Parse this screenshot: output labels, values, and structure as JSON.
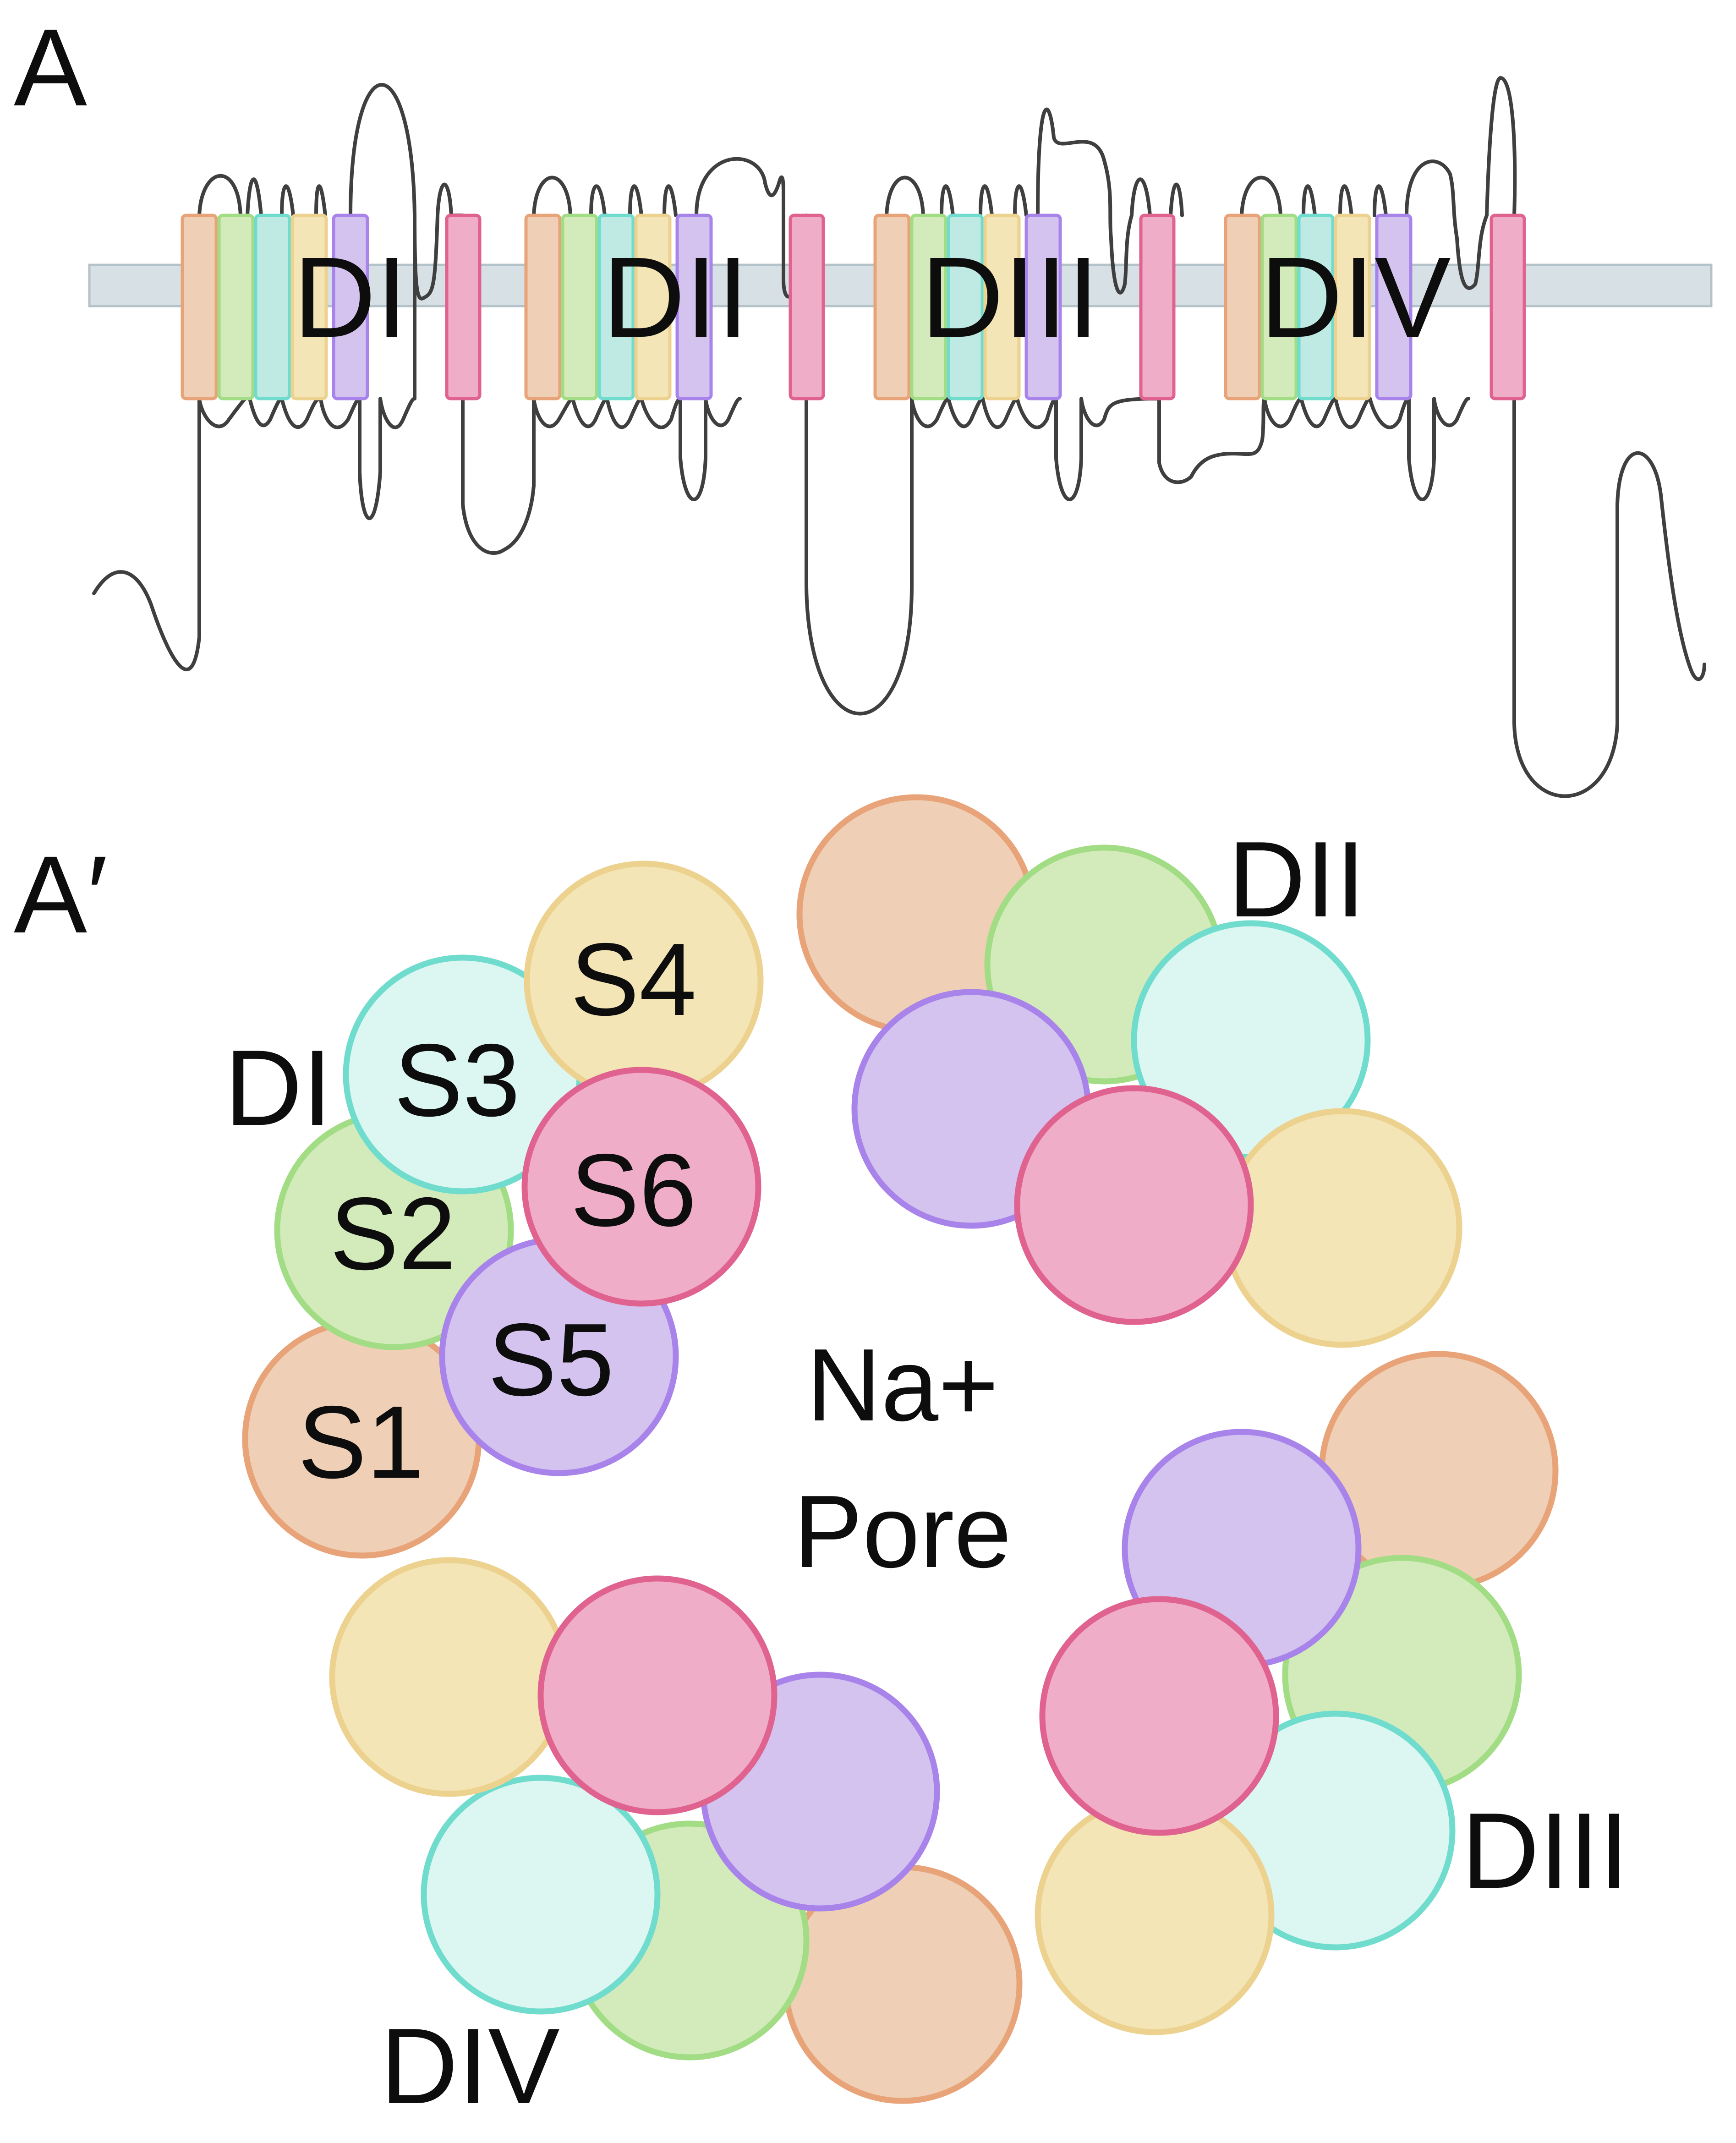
{
  "panels": {
    "a": {
      "letter": "A"
    },
    "b": {
      "letter": "A′"
    }
  },
  "domains": [
    {
      "id": "d1",
      "label": "DI"
    },
    {
      "id": "d2",
      "label": "DII"
    },
    {
      "id": "d3",
      "label": "DIII"
    },
    {
      "id": "d4",
      "label": "DIV"
    }
  ],
  "segments": [
    {
      "id": "s1",
      "label": "S1",
      "fill": "#efd0b6",
      "stroke": "#e8a478"
    },
    {
      "id": "s2",
      "label": "S2",
      "fill": "#d3ebbb",
      "stroke": "#a2dd86"
    },
    {
      "id": "s3",
      "label": "S3",
      "fill": "#dcf6f1",
      "stroke": "#6fdccd"
    },
    {
      "id": "s4",
      "label": "S4",
      "fill": "#f3e5b6",
      "stroke": "#ecd28e"
    },
    {
      "id": "s5",
      "label": "S5",
      "fill": "#d4c3ef",
      "stroke": "#a883ea"
    },
    {
      "id": "s6",
      "label": "S6",
      "fill": "#efadc7",
      "stroke": "#e0628f"
    }
  ],
  "pore": {
    "line1": "Na+",
    "line2": "Pore"
  },
  "membrane": {
    "fill": "#d7e1e5",
    "stroke": "#b4c3c9"
  },
  "loop_color": "#3f3f3f"
}
